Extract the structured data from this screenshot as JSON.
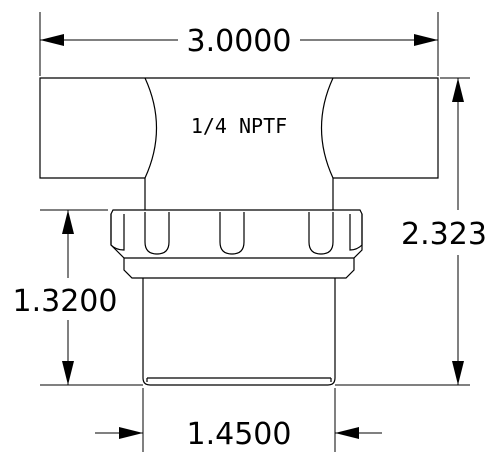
{
  "drawing": {
    "thread_label": "1/4 NPTF",
    "dimensions": {
      "overall_width": "3.0000",
      "overall_height": "2.323",
      "lower_height": "1.3200",
      "bottom_width": "1.4500"
    },
    "colors": {
      "line": "#000000",
      "background": "#ffffff"
    }
  }
}
